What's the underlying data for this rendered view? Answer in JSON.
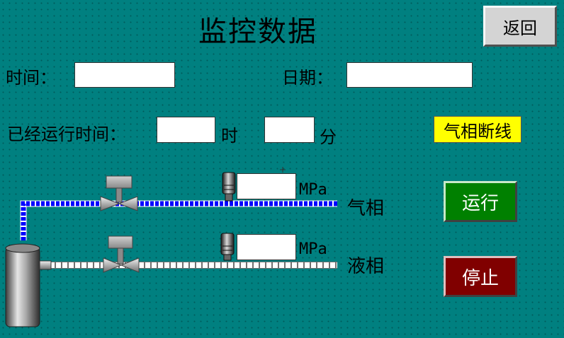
{
  "title": "监控数据",
  "back_label": "返回",
  "time_label": "时间：",
  "time_value": "",
  "date_label": "日期：",
  "date_value": "",
  "runtime_label": "已经运行时间：",
  "hours_value": "",
  "hours_unit": "时",
  "minutes_value": "",
  "minutes_unit": "分",
  "gas_disconnect_label": "气相断线",
  "gas_phase_label": "气相",
  "liquid_phase_label": "液相",
  "gas_pressure_value": "",
  "liquid_pressure_value": "",
  "pressure_unit": "MPa",
  "run_label": "运行",
  "stop_label": "停止",
  "colors": {
    "background": "#008080",
    "gas_pipe": "#0000ff",
    "run_button": "#008000",
    "stop_button": "#800000",
    "warning": "#ffff00"
  }
}
